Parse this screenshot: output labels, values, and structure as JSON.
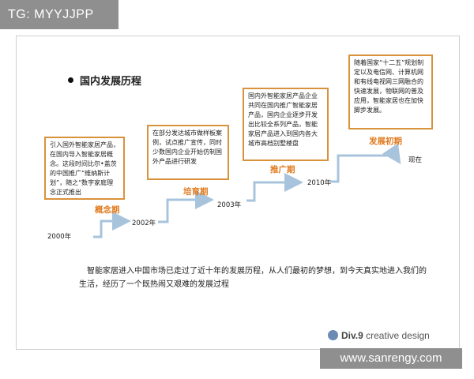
{
  "tag_label": "TG: MYYJJPP",
  "title": "国内发展历程",
  "phases": [
    {
      "label": "概念期",
      "year": "2000年",
      "text": "引入国外智能家居产品，在国内导入智能家居概念。这段时间比尔•盖茨的中国推广“维纳斯计划”，随之“数字家庭理念正式推出"
    },
    {
      "label": "培育期",
      "year": "2002年",
      "text": "在部分发达城市做样板案例，试点推广宣传，同时少数国内企业开始仿制国外产品进行研发"
    },
    {
      "label": "推广期",
      "year": "2003年",
      "text": "国内外智能家居产品企业共同在国内推广智能家居产品，国内企业逐步开发出比较全系列产品，智能家居产品进入到国内各大城市高档别墅楼盘"
    },
    {
      "label": "发展初期",
      "year": "2010年",
      "text": "随着国家“十二五”规划制定以及电信网、计算机网和有线电视网三网融合的快速发展，物联网的普及应用，智能家居也在加快脚步发展。"
    }
  ],
  "now_label": "现在",
  "caption": "智能家居进入中国市场已走过了近十年的发展历程，从人们最初的梦想，到今天真实地进入我们的生活，经历了一个既热闹又艰难的发展过程",
  "footer": {
    "brand": "Div.9",
    "tagline": "creative design"
  },
  "watermark": "www.sanrengy.com",
  "colors": {
    "accent": "#e07a1f",
    "box_border": "#d9923c",
    "arrow": "#a8c4dc"
  }
}
